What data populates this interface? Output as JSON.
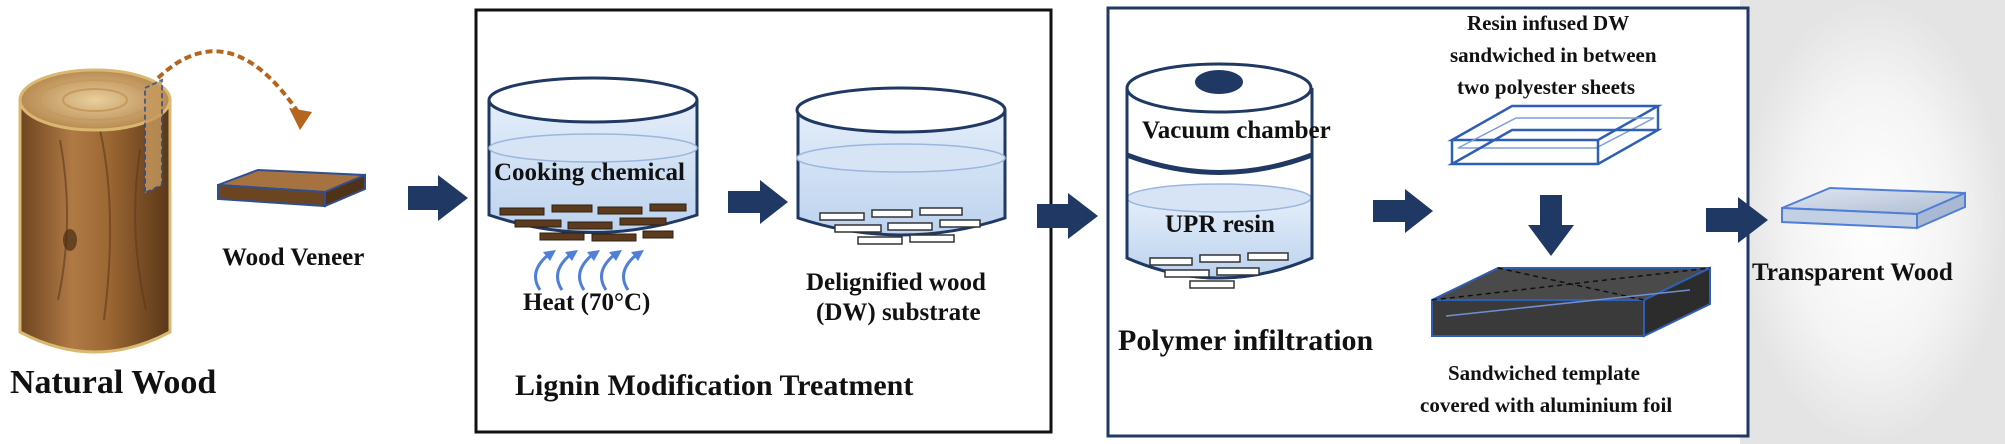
{
  "labels": {
    "natural_wood": "Natural Wood",
    "wood_veneer": "Wood Veneer",
    "lignin_treatment": "Lignin Modification Treatment",
    "cooking_chemical": "Cooking chemical",
    "heat": "Heat (70°C)",
    "delignified_line1": "Delignified wood",
    "delignified_line2": "(DW) substrate",
    "vacuum_chamber": "Vacuum chamber",
    "upr_resin": "UPR resin",
    "polymer_infiltration": "Polymer infiltration",
    "resin_infused_line1": "Resin infused DW",
    "resin_infused_line2": "sandwiched in between",
    "resin_infused_line3": "two polyester sheets",
    "sandwiched_line1": "Sandwiched template",
    "sandwiched_line2": "covered with aluminium foil",
    "transparent_wood": "Transparent Wood"
  },
  "colors": {
    "arrow": "#1f3864",
    "frame": "#111111",
    "frame2": "#1f3864",
    "wood": "#8b5a2b",
    "wood_dark": "#5c3a1e",
    "liquid": "#cfe0f5",
    "heat_arrow": "#4f7fd6",
    "foil": "#3b3b3b",
    "glass": "#b9c9e3"
  }
}
